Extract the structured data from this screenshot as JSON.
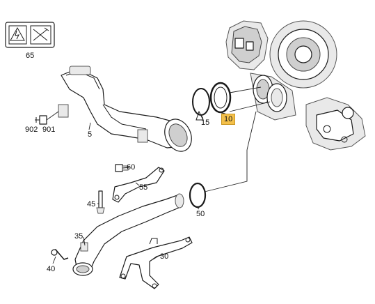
{
  "callouts": {
    "c65": "65",
    "c10": "10",
    "c15": "15",
    "c5": "5",
    "c902": "902",
    "c901": "901",
    "c60": "60",
    "c55": "55",
    "c45": "45",
    "c50": "50",
    "c35": "35",
    "c40": "40",
    "c30": "30"
  },
  "highlight_color": "#f4c04a"
}
